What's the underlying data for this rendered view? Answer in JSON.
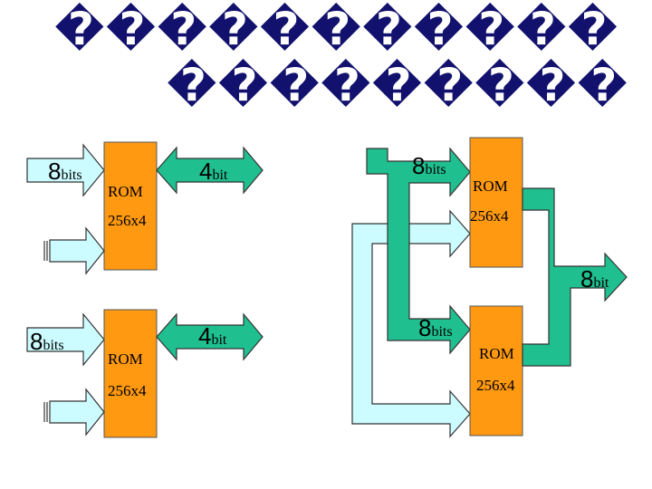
{
  "title": {
    "line1": "�����������",
    "line2": "���������"
  },
  "colors": {
    "title": "#12126e",
    "rom_fill": "#ff9911",
    "rom_stroke": "#555555",
    "arrow_green": "#1fbf8f",
    "arrow_cyan": "#ccfcff",
    "stroke": "#333333"
  },
  "left": {
    "top": {
      "input": {
        "num": "8",
        "unit": "bits"
      },
      "output": {
        "num": "4",
        "unit": "bit"
      },
      "rom": {
        "name": "ROM",
        "size": "256x4"
      }
    },
    "bottom": {
      "input": {
        "num": "8",
        "unit": "bits"
      },
      "output": {
        "num": "4",
        "unit": "bit"
      },
      "rom": {
        "name": "ROM",
        "size": "256x4"
      }
    }
  },
  "right": {
    "top": {
      "input": {
        "num": "8",
        "unit": "bits"
      },
      "rom": {
        "name": "ROM",
        "size": "256x4"
      }
    },
    "bottom": {
      "input": {
        "num": "8",
        "unit": "bits"
      },
      "rom": {
        "name": "ROM",
        "size": "256x4"
      }
    },
    "output": {
      "num": "8",
      "unit": "bit"
    }
  }
}
